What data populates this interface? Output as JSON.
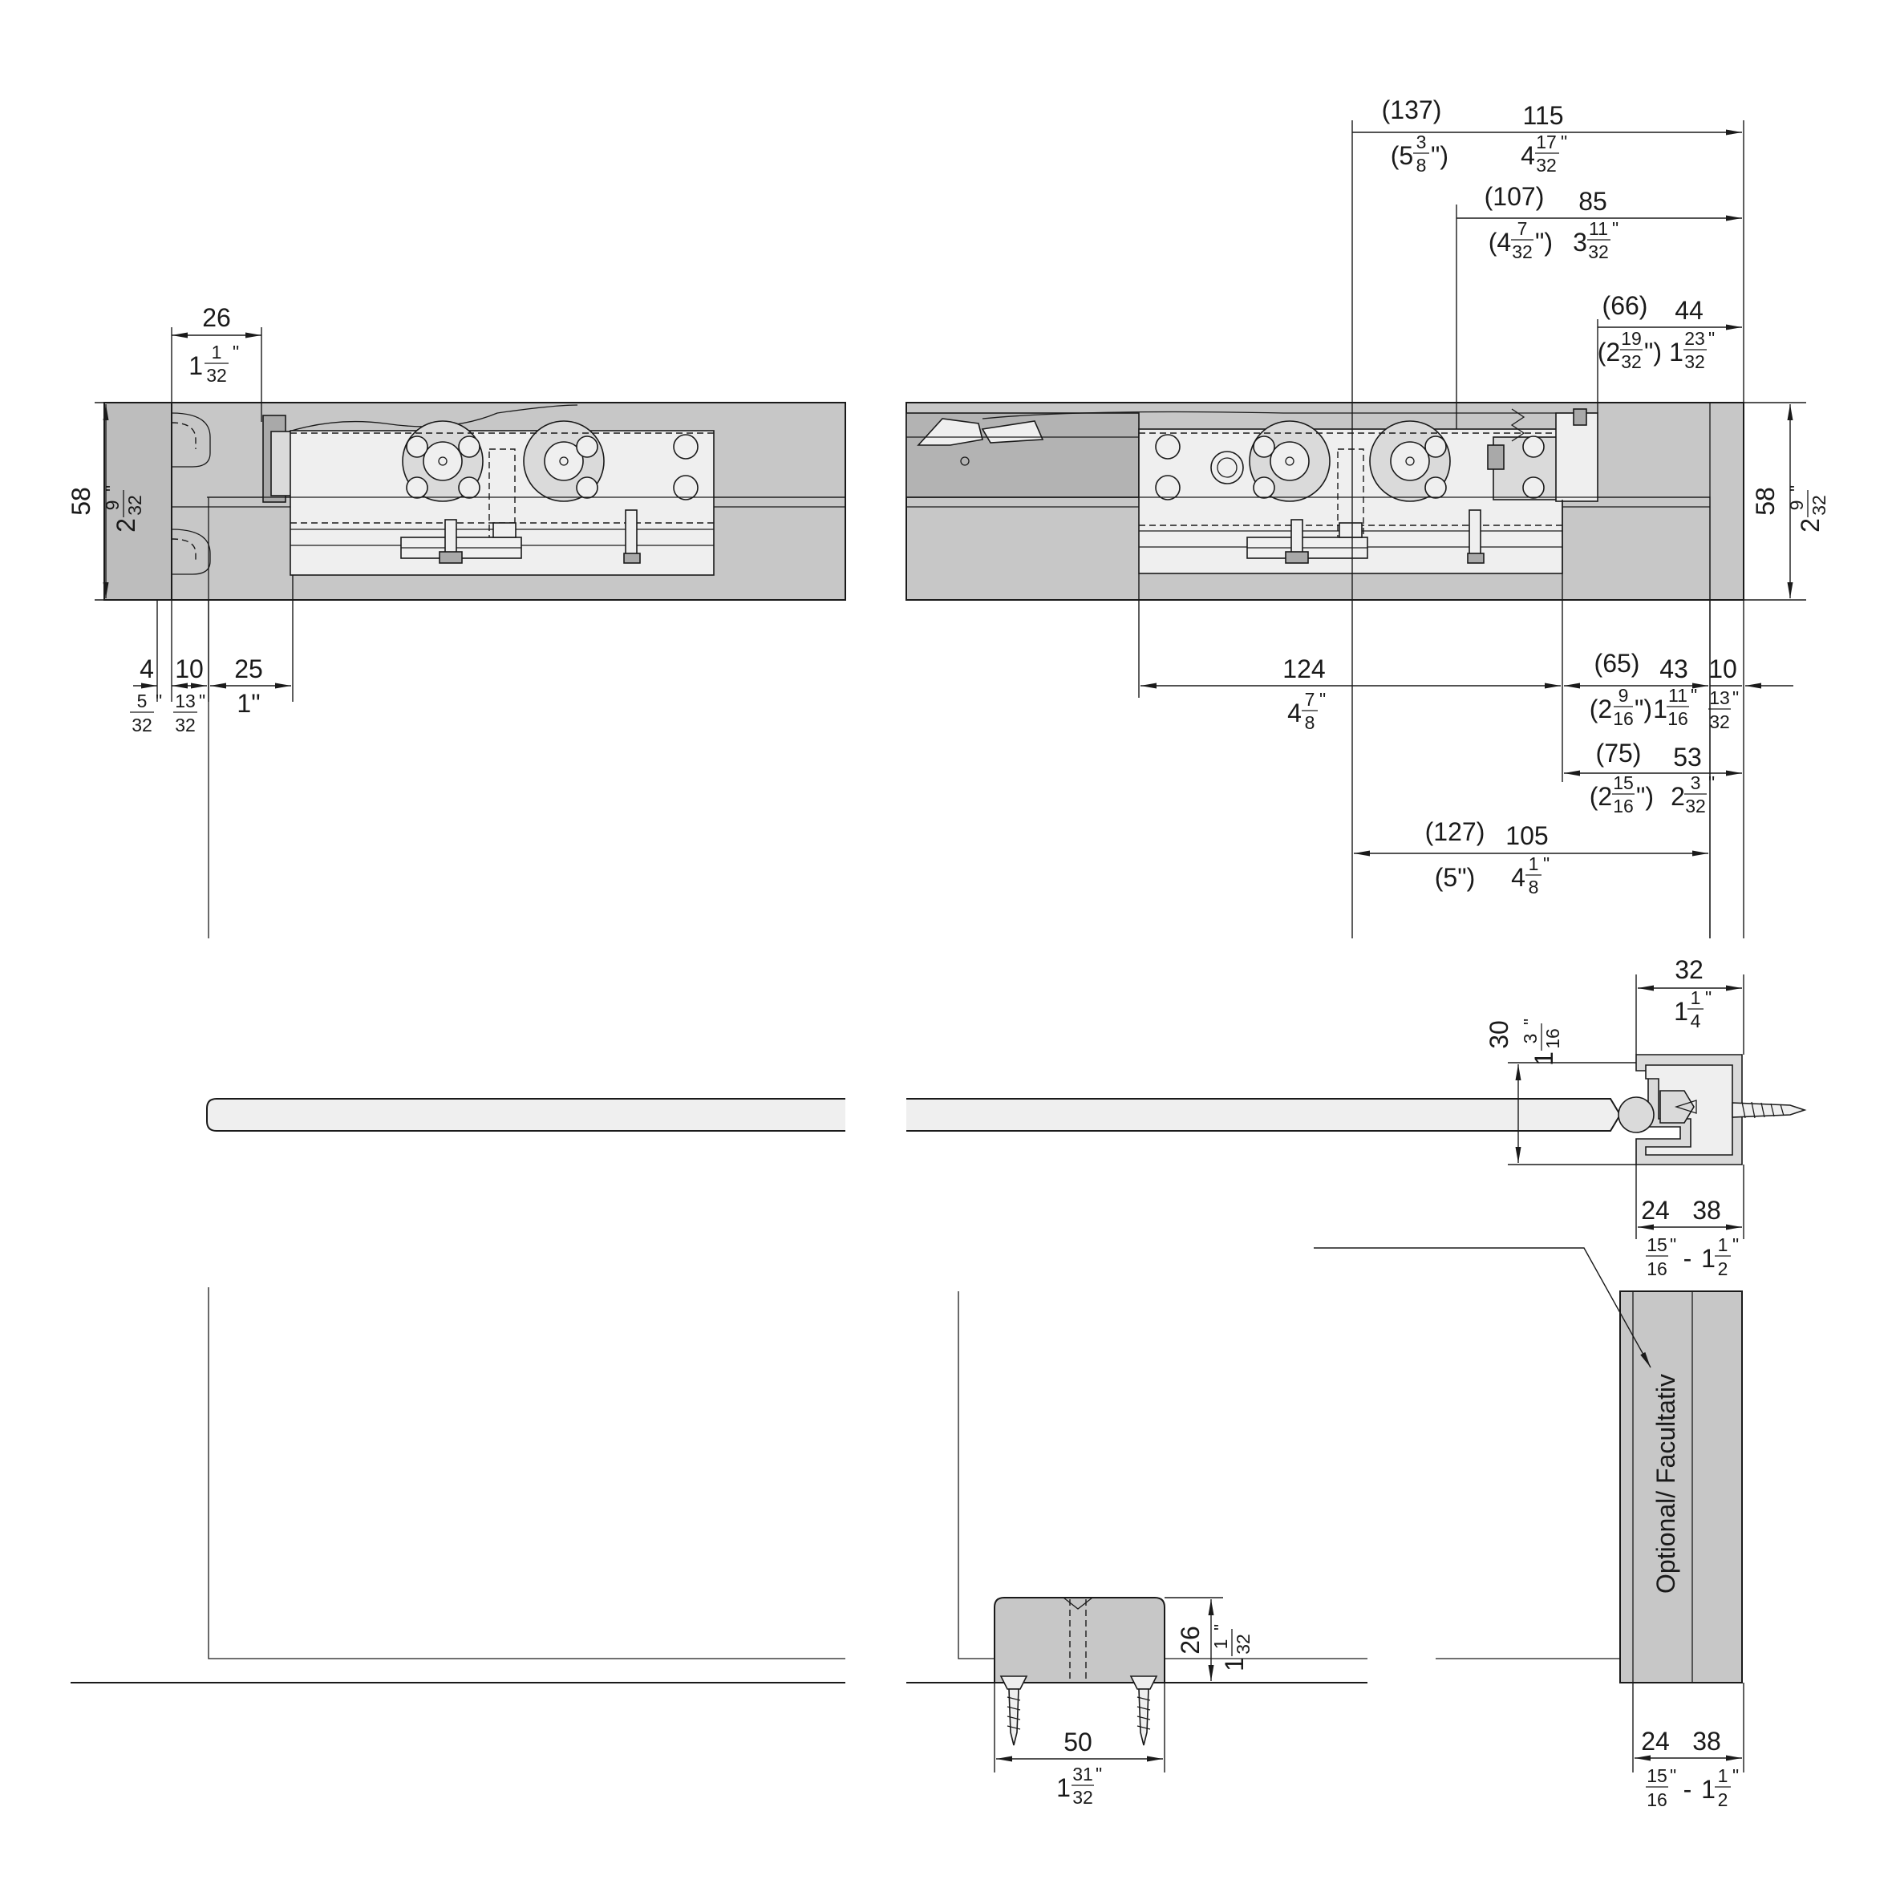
{
  "labels": {
    "top_left": {
      "d26": {
        "mm": "26",
        "inch": "1",
        "num": "1",
        "den": "32",
        "q": "\""
      },
      "h58": {
        "mm": "58",
        "inch": "2",
        "num": "9",
        "den": "32",
        "q": "\""
      },
      "d4": {
        "mm": "4",
        "num": "5",
        "den": "32",
        "q": "\""
      },
      "d10": {
        "mm": "10",
        "num": "13",
        "den": "32",
        "q": "\""
      },
      "d25": {
        "mm": "25",
        "inch": "1\""
      }
    },
    "top_right": {
      "d115": {
        "paren": "(137)",
        "mm": "115",
        "paren_inch": "(5",
        "paren_num": "3",
        "paren_den": "8",
        "paren_q": "\")",
        "inch": "4",
        "num": "17",
        "den": "32",
        "q": "\""
      },
      "d85": {
        "paren": "(107)",
        "mm": "85",
        "paren_inch": "(4",
        "paren_num": "7",
        "paren_den": "32",
        "paren_q": "\")",
        "inch": "3",
        "num": "11",
        "den": "32",
        "q": "\""
      },
      "d44": {
        "paren": "(66)",
        "mm": "44",
        "paren_inch": "(2",
        "paren_num": "19",
        "paren_den": "32",
        "paren_q": "\")",
        "inch": "1",
        "num": "23",
        "den": "32",
        "q": "\""
      },
      "h58": {
        "mm": "58",
        "inch": "2",
        "num": "9",
        "den": "32",
        "q": "\""
      },
      "d124": {
        "mm": "124",
        "inch": "4",
        "num": "7",
        "den": "8",
        "q": "\""
      },
      "d43": {
        "paren": "(65)",
        "mm": "43",
        "paren_inch": "(2",
        "paren_num": "9",
        "paren_den": "16",
        "paren_q": "\")",
        "inch": "1",
        "num": "11",
        "den": "16",
        "q": "\""
      },
      "d10": {
        "mm": "10",
        "num": "13",
        "den": "32",
        "q": "\""
      },
      "d53": {
        "paren": "(75)",
        "mm": "53",
        "paren_inch": "(2",
        "paren_num": "15",
        "paren_den": "16",
        "paren_q": "\")",
        "inch": "2",
        "num": "3",
        "den": "32",
        "q": "\""
      },
      "d105": {
        "paren": "(127)",
        "mm": "105",
        "paren_inch": "(5\")",
        "inch": "4",
        "num": "1",
        "den": "8",
        "q": "\""
      }
    },
    "middle": {
      "d32": {
        "mm": "32",
        "inch": "1",
        "num": "1",
        "den": "4",
        "q": "\""
      },
      "h30": {
        "mm": "30",
        "inch": "1",
        "num": "3",
        "den": "16",
        "q": "\""
      },
      "d24_38": {
        "mm_a": "24",
        "mm_b": "38",
        "num_a": "15",
        "den_a": "16",
        "q": "\"",
        "sep": "-",
        "inch_b": "1",
        "num_b": "1",
        "den_b": "2"
      }
    },
    "bottom": {
      "optional": "Optional/ Facultativ",
      "h26": {
        "mm": "26",
        "inch": "1",
        "num": "1",
        "den": "32",
        "q": "\""
      },
      "d50": {
        "mm": "50",
        "inch": "1",
        "num": "31",
        "den": "32",
        "q": "\""
      },
      "d24_38": {
        "mm_a": "24",
        "mm_b": "38",
        "num_a": "15",
        "den_a": "16",
        "q": "\"",
        "sep": "-",
        "inch_b": "1",
        "num_b": "1",
        "den_b": "2"
      }
    }
  }
}
